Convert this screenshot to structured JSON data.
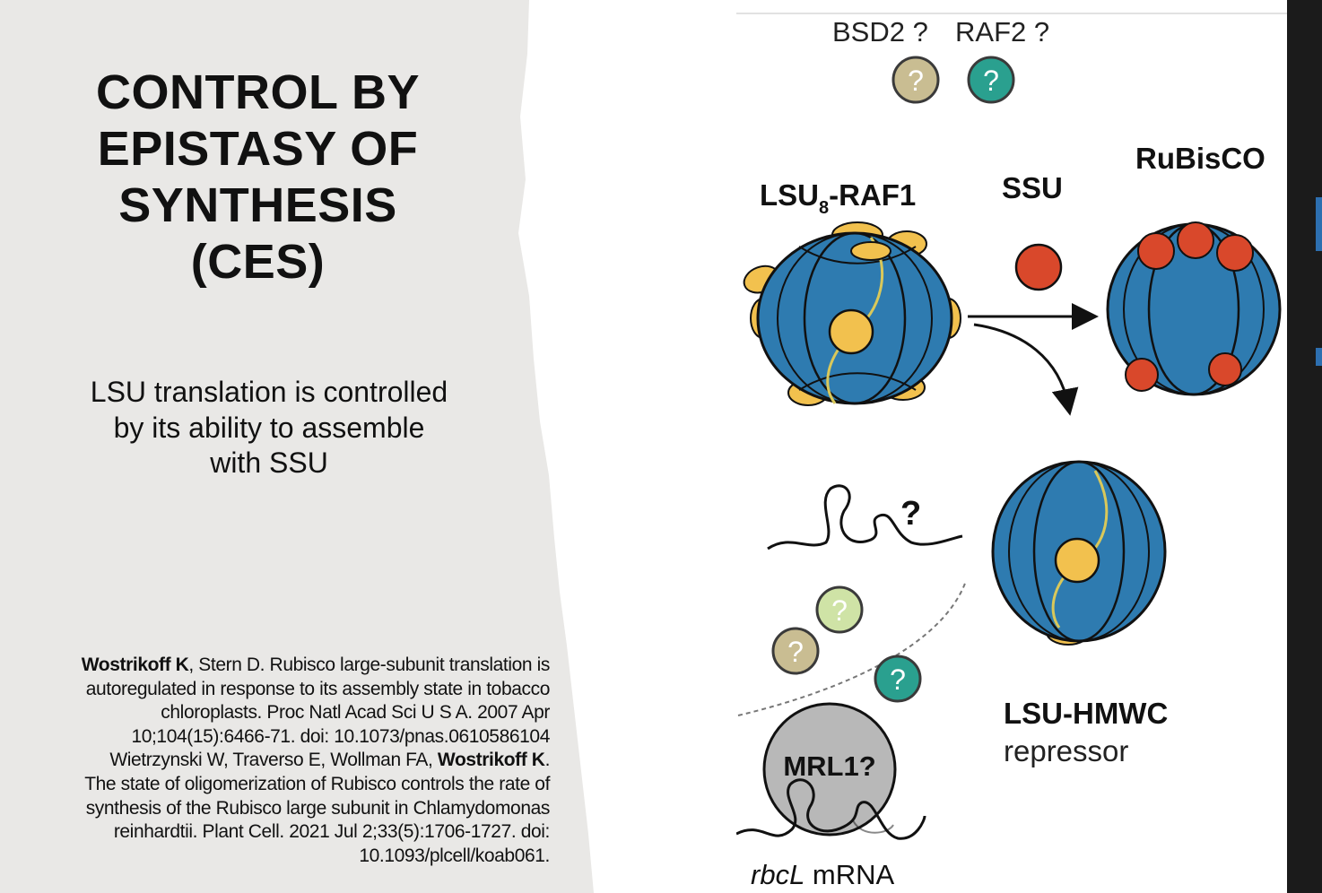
{
  "slide": {
    "title_lines": [
      "CONTROL BY",
      "EPISTASY OF",
      "SYNTHESIS",
      "(CES)"
    ],
    "subtitle_lines": [
      "LSU translation is controlled",
      "by its ability to assemble",
      "with SSU"
    ],
    "references": {
      "r1": {
        "author_bold": "Wostrikoff K",
        "line1_rest": ", Stern D. Rubisco large-subunit translation is",
        "line2": "autoregulated in response to its assembly state in tobacco",
        "line3": "chloroplasts. Proc Natl Acad Sci U S A. 2007 Apr",
        "line4": "10;104(15):6466-71. doi: 10.1073/pnas.0610586104"
      },
      "r2": {
        "line1_pre": "Wietrzynski W, Traverso E, Wollman FA, ",
        "author_bold": "Wostrikoff K",
        "line1_post": ".",
        "line2": "The state of oligomerization of Rubisco controls the rate of",
        "line3": "synthesis of the Rubisco large subunit in Chlamydomonas",
        "line4": "reinhardtii. Plant Cell. 2021 Jul 2;33(5):1706-1727. doi:",
        "line5": "10.1093/plcell/koab061."
      }
    }
  },
  "diagram": {
    "bsd2_label": "BSD2 ?",
    "raf2_label": "RAF2 ?",
    "question_mark": "?",
    "lsu8_prefix": "LSU",
    "lsu8_subscript": "8",
    "lsu8_suffix": "-RAF1",
    "ssu_label": "SSU",
    "rubisco_label": "RuBisCO",
    "lsu_hmwc_label": "LSU-HMWC",
    "repressor_label": "repressor",
    "mrl1_label": "MRL1?",
    "rbcl_italic": "rbcL",
    "mrna_label": " mRNA",
    "colors": {
      "lsu_blue": "#2e7bb0",
      "raf1_yellow": "#f2c14e",
      "ssu_red": "#d9482b",
      "bsd2_khaki": "#c9bd92",
      "raf2_teal": "#2aa08f",
      "light_green": "#cfe3a6",
      "mrl1_gray": "#b8b8b8"
    }
  }
}
